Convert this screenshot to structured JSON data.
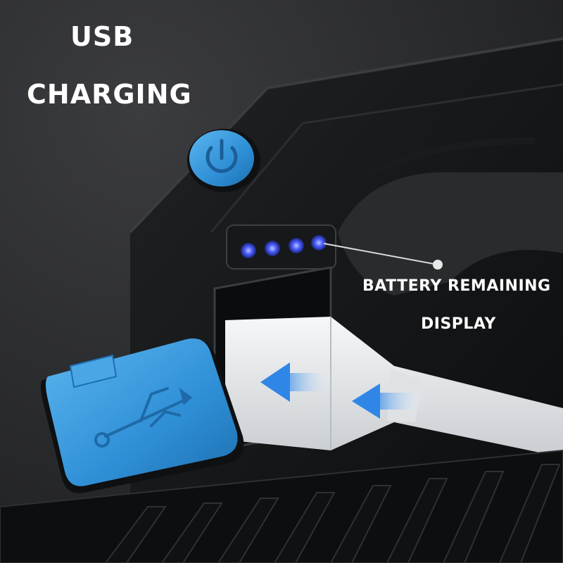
{
  "captions": {
    "usb_line1": "USB",
    "usb_line2": "CHARGING",
    "battery_line1": "BATTERY REMAINING",
    "battery_line2": "DISPLAY"
  },
  "battery_indicator": {
    "leds_total": 4,
    "leds_lit": 4
  },
  "colors": {
    "background": "#2a2b2d",
    "body": "#141516",
    "accent_blue": "#2f8fd6",
    "led_blue": "#4a5cff",
    "arrow_blue": "#2f86e6",
    "cable": "#e9ecef"
  },
  "icons": [
    "power-icon",
    "usb-icon",
    "insert-arrow-icon"
  ]
}
